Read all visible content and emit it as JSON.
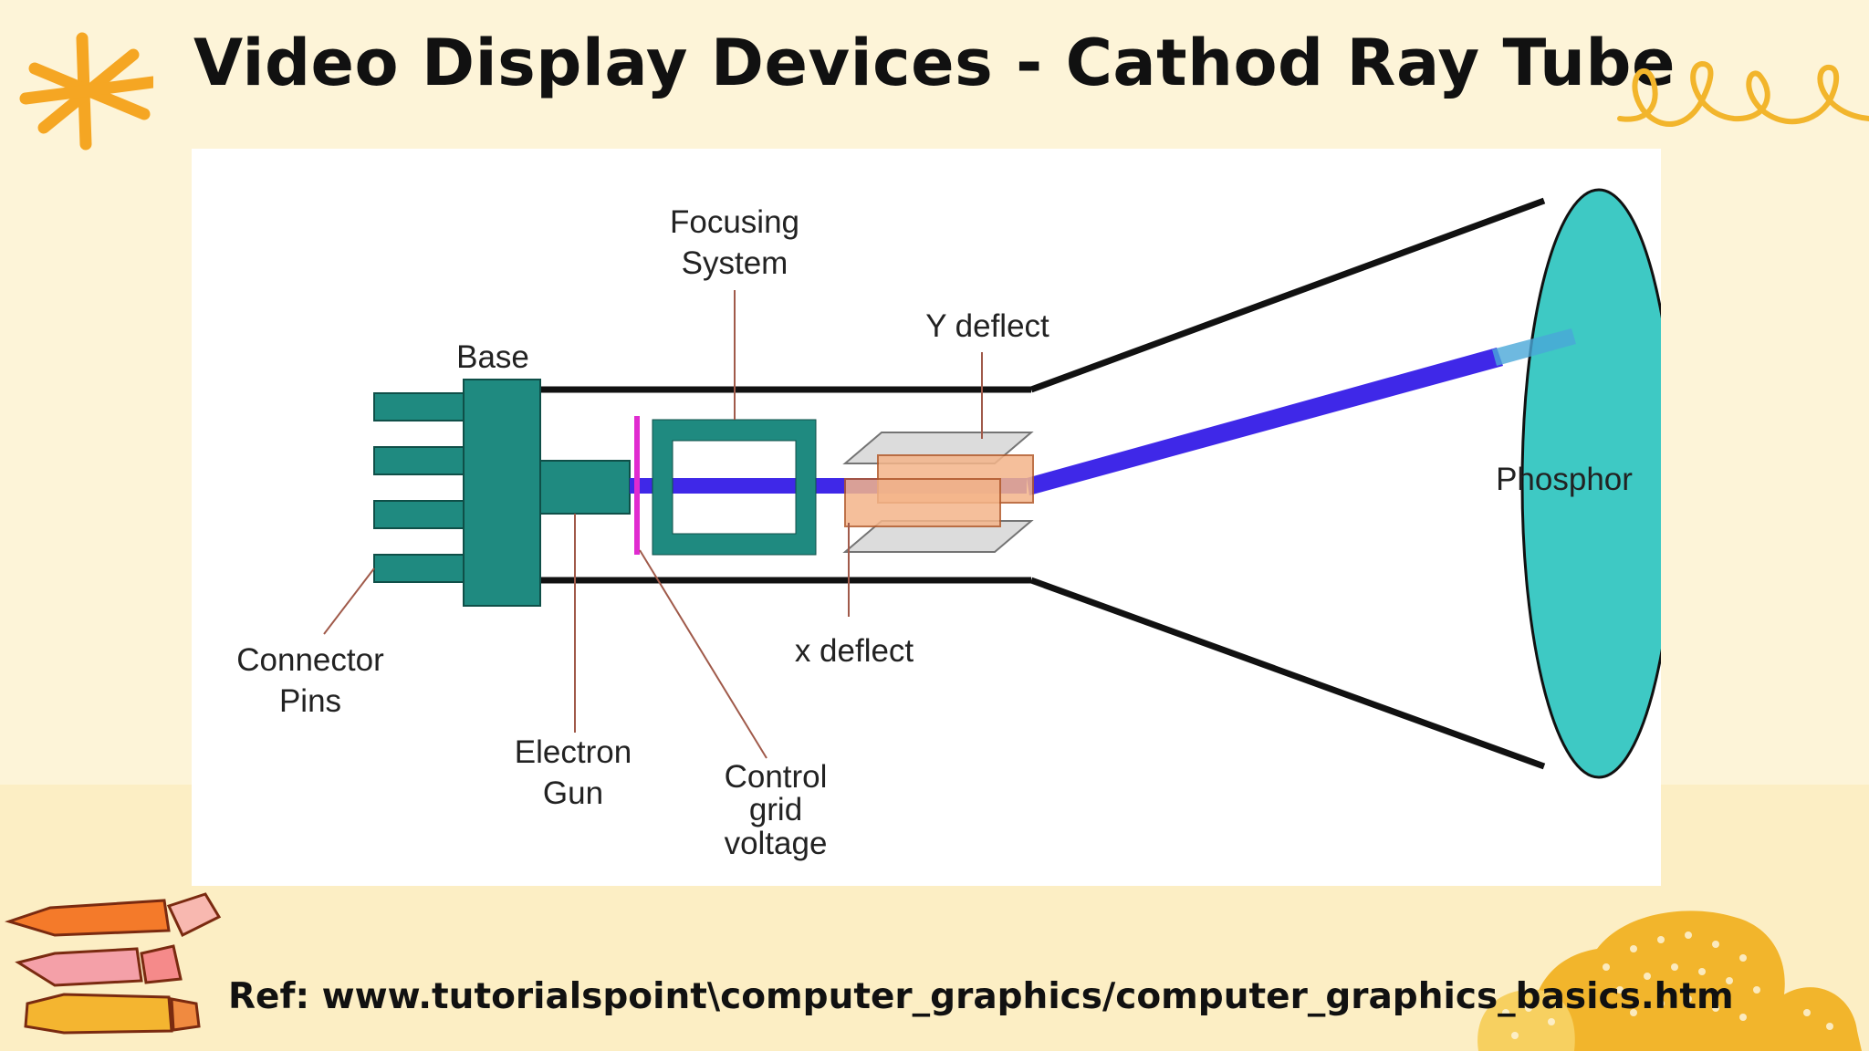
{
  "slide": {
    "title": "Video Display Devices - Cathod Ray Tube",
    "reference": "Ref: www.tutorialspoint\\computer_graphics/computer_graphics_basics.htm"
  },
  "diagram": {
    "labels": {
      "focusing_system_1": "Focusing",
      "focusing_system_2": "System",
      "y_deflect": "Y deflect",
      "base": "Base",
      "phosphor": "Phosphor",
      "connector_pins_1": "Connector",
      "connector_pins_2": "Pins",
      "x_deflect": "x deflect",
      "electron_gun_1": "Electron",
      "electron_gun_2": "Gun",
      "control_grid_1": "Control",
      "control_grid_2": "grid",
      "control_grid_3": "voltage"
    },
    "colors": {
      "base_teal": "#1f8a80",
      "phosphor": "#3ec9c4",
      "beam": "#3f28e8",
      "control_grid": "#e02bd0",
      "deflect_plate": "#f4b58a",
      "label_lines": "#a05a4a"
    }
  },
  "decor": {
    "accent_orange": "#f5a623",
    "accent_yellow": "#f2b52c"
  }
}
